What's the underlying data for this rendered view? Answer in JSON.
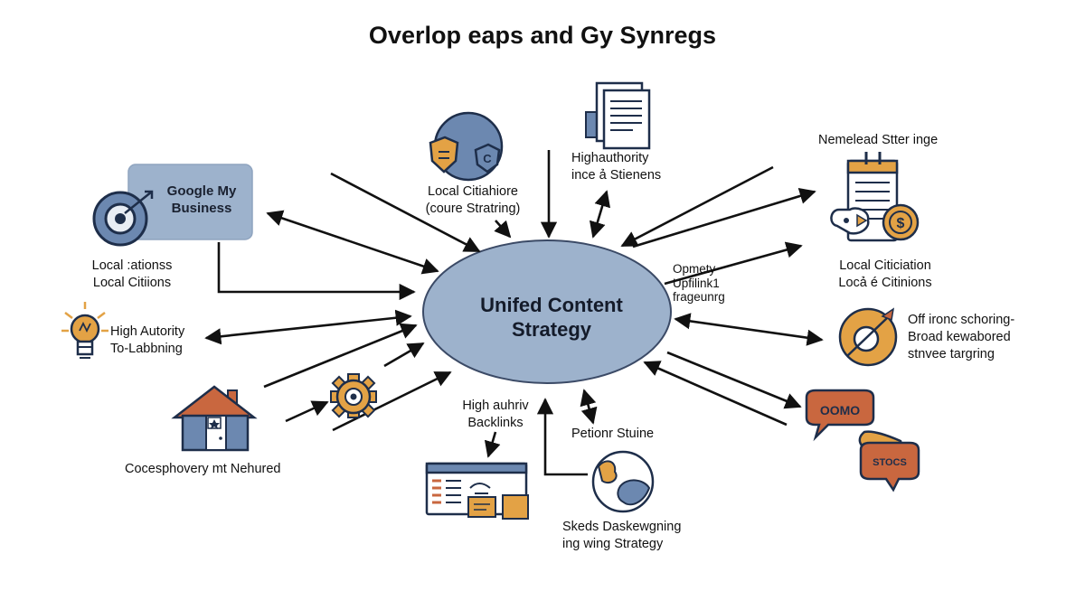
{
  "title": "Overlop eaps and Gy Synregs",
  "hub": "Unifed Content\nStrategy",
  "colors": {
    "hub_fill": "#9db2cc",
    "hub_stroke": "#3b4a66",
    "icon_blue": "#6c88b0",
    "icon_orange": "#e3a245",
    "icon_red": "#c9673f",
    "arrow": "#111111"
  },
  "nodes": {
    "google_business": "Google My\nBusiness",
    "local_citations_left": "Local :ationss\nLocal Citiions",
    "high_authority_left": "High Autority\nTo-Labbning",
    "cocesphovery": "Cocesphovery mt Nehured",
    "local_citation_top": "Local Citiahiore\n(coure Stratring)",
    "high_authority_top": "Highauthority\nince ả Stienens",
    "high_authority_backlinks": "High auhriv\nBacklinks",
    "persona_stuine": "Petionr Stuine",
    "skeds": "Skeds Daskewgning\ning wing Strategy",
    "nemelead": "Nemelead Stter inge",
    "local_citiation_right": "Local Citiciation\nLocả é Citinions",
    "opmety": "Opmety\nUpfilink1\nfrageunrg",
    "off_ironc": "Off ironc schoring-\nBroad kewabored\nstnvee targring"
  },
  "bubbles": {
    "top": "OOMO",
    "bottom": "STOCS"
  },
  "icons": {
    "gmb": "location-pin-icon",
    "shield": "shield-globe-icon",
    "document": "document-stack-icon",
    "bulb": "lightbulb-icon",
    "house": "house-icon",
    "gear": "gear-icon",
    "dashboard": "dashboard-screen-icon",
    "globe": "globe-icon",
    "calendar": "calendar-money-icon",
    "target": "target-icon",
    "speech": "speech-bubbles-icon"
  }
}
